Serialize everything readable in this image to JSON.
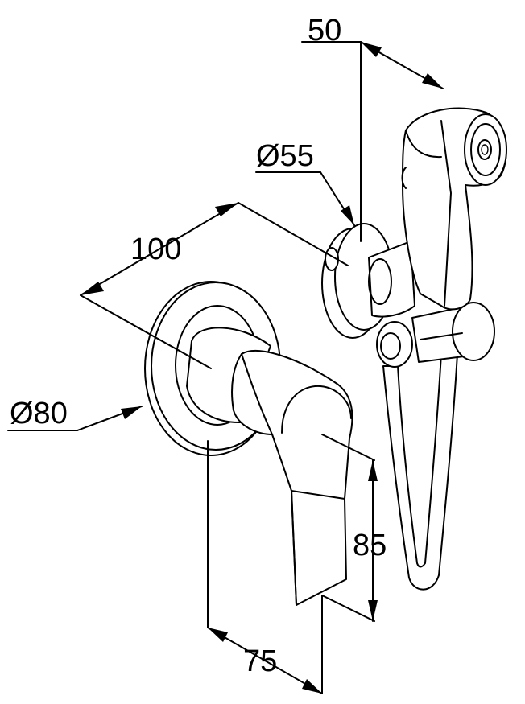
{
  "dimensions": {
    "handshower_width": "50",
    "outlet_diameter": "Ø55",
    "center_distance": "100",
    "rosette_diameter": "Ø80",
    "lever_height": "85",
    "lever_projection": "75"
  }
}
